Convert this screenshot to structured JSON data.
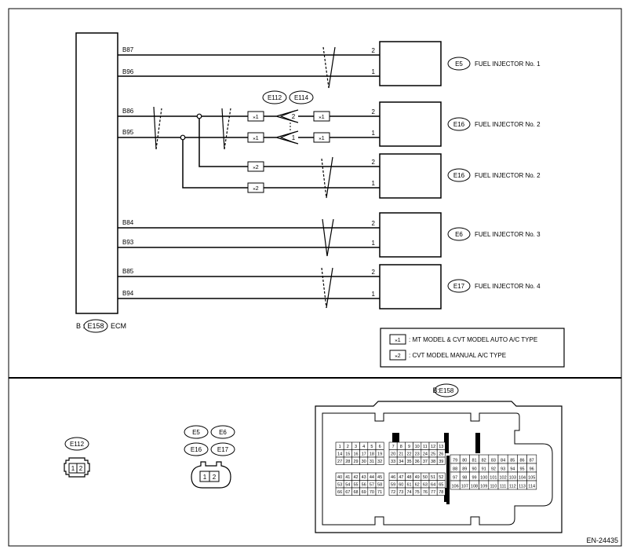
{
  "ecm": {
    "prefix": "B :",
    "connector": "E158",
    "label": "ECM",
    "pins": [
      "B87",
      "B96",
      "B86",
      "B95",
      "B84",
      "B93",
      "B85",
      "B94"
    ]
  },
  "injectors": [
    {
      "connector": "E5",
      "label": "FUEL INJECTOR No. 1",
      "pins": [
        "2",
        "1"
      ]
    },
    {
      "connector": "E16",
      "label": "FUEL INJECTOR No. 2",
      "pins": [
        "2",
        "1"
      ]
    },
    {
      "connector": "E16",
      "label": "FUEL INJECTOR No. 2",
      "pins": [
        "2",
        "1"
      ]
    },
    {
      "connector": "E6",
      "label": "FUEL INJECTOR No. 3",
      "pins": [
        "2",
        "1"
      ]
    },
    {
      "connector": "E17",
      "label": "FUEL INJECTOR No. 4",
      "pins": [
        "2",
        "1"
      ]
    }
  ],
  "joint_connectors": {
    "left": "E112",
    "right": "E114",
    "pins": [
      "2",
      "1"
    ]
  },
  "markers": {
    "star1": "⁎1",
    "star2": "⁎2"
  },
  "legend": [
    {
      "marker": "⁎1",
      "text": ": MT MODEL & CVT MODEL AUTO A/C TYPE"
    },
    {
      "marker": "⁎2",
      "text": ": CVT MODEL MANUAL A/C TYPE"
    }
  ],
  "connector_views": {
    "e112": {
      "label": "E112",
      "pins": [
        "1",
        "2"
      ]
    },
    "injector": {
      "labels": [
        "E5",
        "E6",
        "E16",
        "E17"
      ],
      "pins": [
        "1",
        "2"
      ]
    },
    "ecm": {
      "label": "B: E158",
      "blocks": [
        {
          "rows": [
            [
              "1",
              "2",
              "3",
              "4",
              "5",
              "6"
            ],
            [
              "14",
              "15",
              "16",
              "17",
              "18",
              "19"
            ],
            [
              "27",
              "28",
              "29",
              "30",
              "31",
              "32"
            ]
          ]
        },
        {
          "rows": [
            [
              "7",
              "8",
              "9",
              "10",
              "11",
              "12",
              "13"
            ],
            [
              "20",
              "21",
              "22",
              "23",
              "24",
              "25",
              "26"
            ],
            [
              "33",
              "34",
              "35",
              "36",
              "37",
              "38",
              "39"
            ]
          ]
        },
        {
          "rows": [
            [
              "40",
              "41",
              "42",
              "43",
              "44",
              "45"
            ],
            [
              "53",
              "54",
              "55",
              "56",
              "57",
              "58"
            ],
            [
              "66",
              "67",
              "68",
              "69",
              "70",
              "71"
            ]
          ]
        },
        {
          "rows": [
            [
              "46",
              "47",
              "48",
              "49",
              "50",
              "51",
              "52"
            ],
            [
              "59",
              "60",
              "61",
              "62",
              "63",
              "64",
              "65"
            ],
            [
              "72",
              "73",
              "74",
              "75",
              "76",
              "77",
              "78"
            ]
          ]
        },
        {
          "rows": [
            [
              "79",
              "80",
              "81",
              "82",
              "83",
              "84",
              "85",
              "86",
              "87"
            ],
            [
              "88",
              "89",
              "90",
              "91",
              "92",
              "93",
              "94",
              "95",
              "96"
            ],
            [
              "97",
              "98",
              "99",
              "100",
              "101",
              "102",
              "103",
              "104",
              "105"
            ],
            [
              "106",
              "107",
              "108",
              "109",
              "110",
              "111",
              "112",
              "113",
              "114"
            ]
          ]
        }
      ]
    }
  },
  "diagram_id": "EN-24435"
}
